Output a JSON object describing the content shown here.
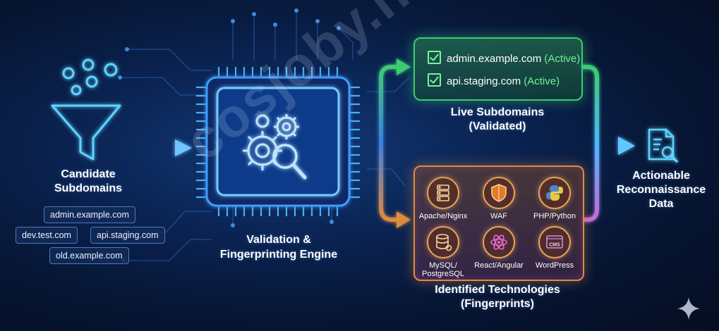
{
  "watermark": "cosjoby.net",
  "candidates": {
    "title_line1": "Candidate",
    "title_line2": "Subdomains",
    "items": [
      "admin.example.com",
      "dev.test.com",
      "api.staging.com",
      "old.example.com"
    ]
  },
  "engine": {
    "title_line1": "Validation &",
    "title_line2": "Fingerprinting Engine"
  },
  "live": {
    "rows": [
      {
        "domain": "admin.example.com",
        "status": "(Active)"
      },
      {
        "domain": "api.staging.com",
        "status": "(Active)"
      }
    ],
    "title_line1": "Live Subdomains",
    "title_line2": "(Validated)"
  },
  "technologies": {
    "items": [
      {
        "label": "Apache/Nginx",
        "icon": "server-icon"
      },
      {
        "label": "WAF",
        "icon": "shield-icon"
      },
      {
        "label": "PHP/Python",
        "icon": "python-icon"
      },
      {
        "label": "MySQL/",
        "label2": "PostgreSQL",
        "icon": "database-icon"
      },
      {
        "label": "React/Angular",
        "icon": "atom-icon"
      },
      {
        "label": "WordPress",
        "icon": "cms-icon"
      }
    ],
    "cms_text": "CMS",
    "title_line1": "Identified Technologies",
    "title_line2": "(Fingerprints)"
  },
  "output": {
    "title_line1": "Actionable",
    "title_line2": "Reconnaissance",
    "title_line3": "Data"
  },
  "colors": {
    "green": "#3ecb73",
    "orange": "#e08b3c",
    "blue": "#4fb6ff",
    "cyan": "#5fd4ff"
  }
}
